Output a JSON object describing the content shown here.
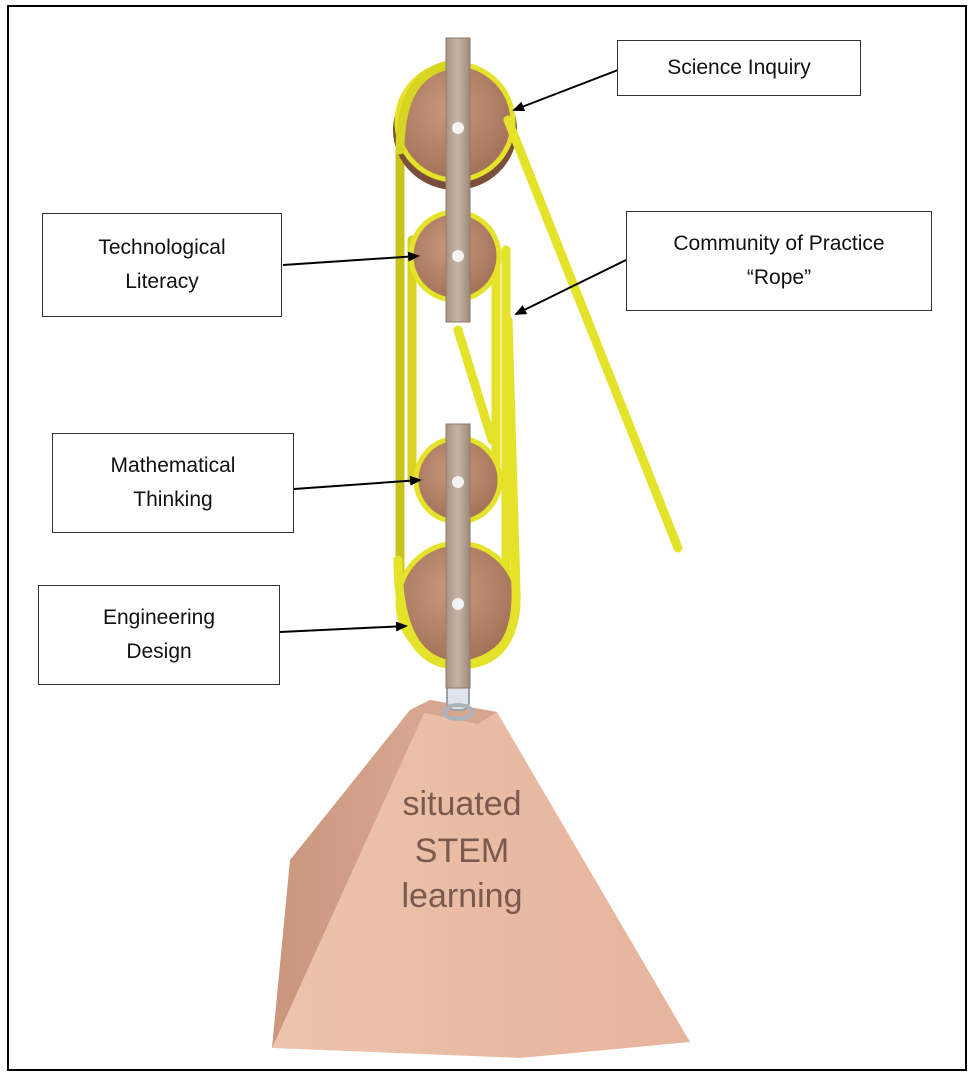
{
  "labels": {
    "science_inquiry": "Science Inquiry",
    "technological_literacy": [
      "Technological",
      "Literacy"
    ],
    "community_of_practice": [
      "Community of Practice",
      "“Rope”"
    ],
    "mathematical_thinking": [
      "Mathematical",
      "Thinking"
    ],
    "engineering_design": [
      "Engineering",
      "Design"
    ]
  },
  "weight": {
    "lines": [
      "situated",
      "STEM",
      "learning"
    ]
  },
  "colors": {
    "rope": "#e5e22a",
    "pulley_wood": "#b9876c",
    "bracket": "#b8a596",
    "weight": "#e4b8a2",
    "border": "#000000"
  }
}
